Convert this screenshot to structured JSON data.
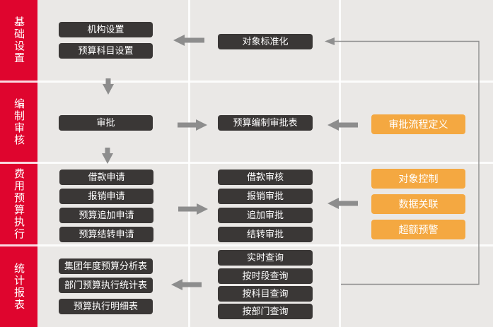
{
  "colors": {
    "background": "#eae8e6",
    "sidebar_red": "#df052e",
    "dark_box": "#3a3736",
    "orange_box": "#f4a841",
    "arrow_gray": "#8d8d8d",
    "feedback_line_gray": "#8f8f8f",
    "grid_line": "#ffffff",
    "box_text": "#ffffff"
  },
  "icons": {
    "arrow-left": "◀",
    "arrow-right": "▶",
    "arrow-down": "▼",
    "feedback-arrow": "←"
  },
  "sections": [
    {
      "sidebar_label": "基础设置",
      "colA": [
        "机构设置",
        "预算科目设置"
      ],
      "colB": [
        "对象标准化"
      ],
      "colC": []
    },
    {
      "sidebar_label": "编制审核",
      "colA": [
        "审批"
      ],
      "colB": [
        "预算编制审批表"
      ],
      "colC": [
        "审批流程定义"
      ]
    },
    {
      "sidebar_label": "费用预算执行",
      "colA": [
        "借款申请",
        "报销申请",
        "预算追加申请",
        "预算结转申请"
      ],
      "colB": [
        "借款审核",
        "报销审批",
        "追加审批",
        "结转审批"
      ],
      "colC": [
        "对象控制",
        "数据关联",
        "超额预警"
      ]
    },
    {
      "sidebar_label": "统计报表",
      "colA": [
        "集团年度预算分析表",
        "部门预算执行统计表",
        "预算执行明细表"
      ],
      "colB": [
        "实时查询",
        "按时段查询",
        "按科目查询",
        "按部门查询"
      ],
      "colC": []
    }
  ],
  "connections": [
    {
      "from": "对象标准化",
      "to": "机构设置 / 预算科目设置",
      "style": "thick-left"
    },
    {
      "from": "机构设置 / 预算科目设置",
      "to": "审批",
      "style": "down"
    },
    {
      "from": "审批",
      "to": "预算编制审批表",
      "style": "thick-right"
    },
    {
      "from": "审批流程定义",
      "to": "预算编制审批表",
      "style": "thick-left"
    },
    {
      "from": "审批",
      "to": "费用预算执行申请组",
      "style": "down"
    },
    {
      "from": "申请组",
      "to": "审核审批组",
      "style": "thick-right"
    },
    {
      "from": "对象控制 / 数据关联 / 超额预警",
      "to": "审核审批组",
      "style": "thick-left"
    },
    {
      "from": "查询组",
      "to": "统计报表组",
      "style": "thick-left"
    },
    {
      "from": "查询区底部",
      "to": "对象标准化",
      "style": "thin-feedback-loop"
    }
  ]
}
